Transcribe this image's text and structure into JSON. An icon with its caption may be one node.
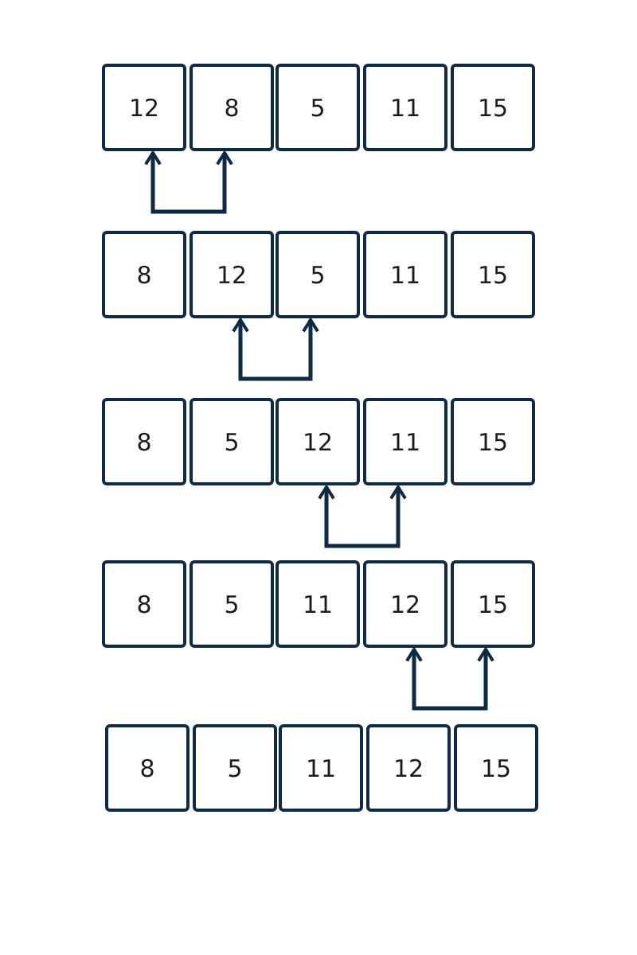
{
  "diagram": {
    "nodes": [
      {
        "text": [
          "12"
        ]
      },
      {
        "text": [
          "8"
        ]
      },
      {
        "text": [
          "5"
        ]
      },
      {
        "text": [
          "11"
        ]
      },
      {
        "text": [
          "15"
        ]
      },
      {
        "text": [
          "8"
        ]
      },
      {
        "text": [
          "12"
        ]
      },
      {
        "text": [
          "5"
        ]
      },
      {
        "text": [
          "11"
        ]
      },
      {
        "text": [
          "15"
        ]
      },
      {
        "text": [
          "8"
        ]
      },
      {
        "text": [
          "5"
        ]
      },
      {
        "text": [
          "12"
        ]
      },
      {
        "text": [
          "11"
        ]
      },
      {
        "text": [
          "15"
        ]
      },
      {
        "text": [
          "8"
        ]
      },
      {
        "text": [
          "5"
        ]
      },
      {
        "text": [
          "11"
        ]
      },
      {
        "text": [
          "12"
        ]
      },
      {
        "text": [
          "15"
        ]
      },
      {
        "text": [
          "8"
        ]
      },
      {
        "text": [
          "5"
        ]
      },
      {
        "text": [
          "11"
        ]
      },
      {
        "text": [
          "12"
        ]
      },
      {
        "text": [
          "15"
        ]
      }
    ],
    "edges": [
      {
        "from": 0,
        "to": 1,
        "arrow": "both"
      },
      {
        "from": 6,
        "to": 7,
        "arrow": "both"
      },
      {
        "from": 12,
        "to": 13,
        "arrow": "both"
      },
      {
        "from": 18,
        "to": 19,
        "arrow": "both"
      }
    ]
  }
}
